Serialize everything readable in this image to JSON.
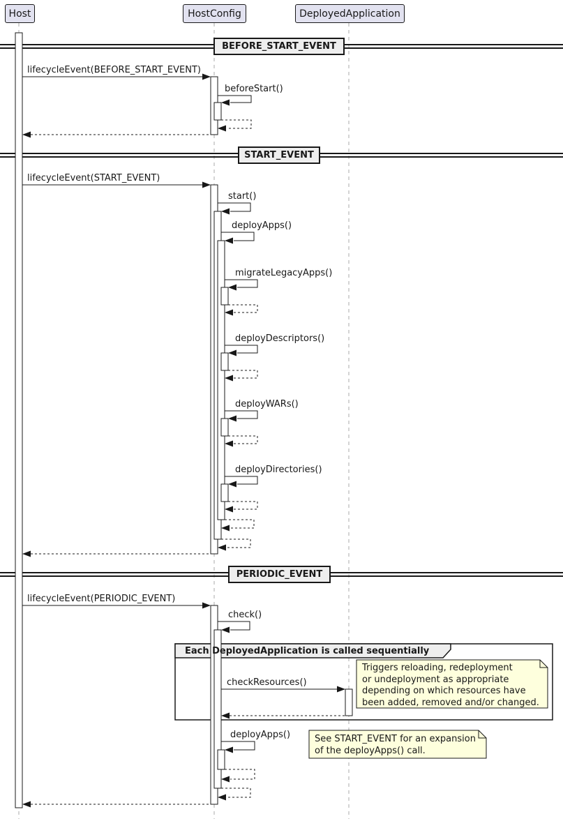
{
  "diagram": {
    "kind": "uml-sequence-diagram",
    "participants": {
      "host": "Host",
      "host_config": "HostConfig",
      "deployed_application": "DeployedApplication"
    },
    "dividers": {
      "before_start": "BEFORE_START_EVENT",
      "start": "START_EVENT",
      "periodic": "PERIODIC_EVENT"
    },
    "messages": {
      "lifecycle_before_start": "lifecycleEvent(BEFORE_START_EVENT)",
      "before_start_call": "beforeStart()",
      "lifecycle_start": "lifecycleEvent(START_EVENT)",
      "start_call": "start()",
      "deploy_apps_call": "deployApps()",
      "migrate_legacy_apps_call": "migrateLegacyApps()",
      "deploy_descriptors_call": "deployDescriptors()",
      "deploy_wars_call": "deployWARs()",
      "deploy_directories_call": "deployDirectories()",
      "lifecycle_periodic": "lifecycleEvent(PERIODIC_EVENT)",
      "check_call": "check()",
      "check_resources_call": "checkResources()",
      "deploy_apps_periodic_call": "deployApps()"
    },
    "group": {
      "title": "Each DeployedApplication is called sequentially"
    },
    "notes": {
      "check_resources_note": {
        "line1": "Triggers reloading, redeployment",
        "line2": "or undeployment as appropriate",
        "line3": "depending on which resources have",
        "line4": "been added, removed and/or changed."
      },
      "deploy_apps_note": {
        "line1": "See START_EVENT for an expansion",
        "line2": "of the deployApps() call."
      }
    },
    "colors": {
      "participant_fill": "#E2E2F0",
      "participant_border": "#181818",
      "divider_fill": "#EEEEEE",
      "frame_header_fill": "#EEEEEE",
      "note_fill": "#FEFFDD",
      "line_color": "#181818",
      "lifeline_color": "#A8A8A8",
      "background": "#FFFFFF"
    }
  }
}
